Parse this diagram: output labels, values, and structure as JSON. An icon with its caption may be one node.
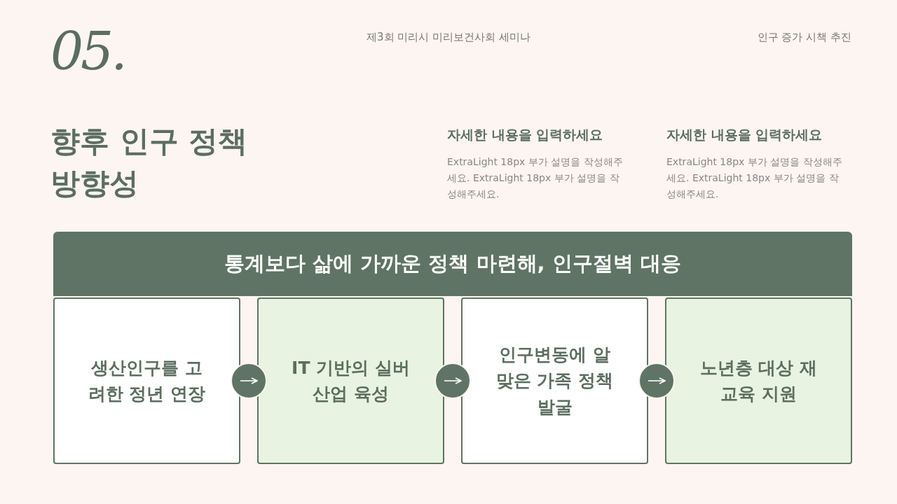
{
  "diagram": {
    "title": "향후 인구 정책 방향성",
    "nodes": [
      {
        "text": [
          "통계보다 삶에 가까운 정책 마련해, 인구절벽 대응"
        ]
      },
      {
        "text": [
          "생산인구를 고려한 정년 연장"
        ]
      },
      {
        "text": [
          "IT 기반의 실버산업 육성"
        ]
      },
      {
        "text": [
          "인구변동에 알맞은 가족 정책 발굴"
        ]
      },
      {
        "text": [
          "노년층 대상 재교육 지원"
        ]
      }
    ],
    "edges": [
      {
        "from": 1,
        "to": 2,
        "arrow": "to"
      },
      {
        "from": 2,
        "to": 3,
        "arrow": "to"
      },
      {
        "from": 3,
        "to": 4,
        "arrow": "to"
      }
    ],
    "labels": [
      "05.",
      "제3회 미리시 미리보건사회 세미나",
      "인구 증가 시책 추진",
      "자세한 내용을 입력하세요",
      "ExtraLight 18px 부가 설명을 작성해주세요. ExtraLight 18px 부가 설명을 작성해주세요.",
      "자세한 내용을 입력하세요",
      "ExtraLight 18px 부가 설명을 작성해주세요. ExtraLight 18px 부가 설명을 작성해주세요."
    ]
  }
}
